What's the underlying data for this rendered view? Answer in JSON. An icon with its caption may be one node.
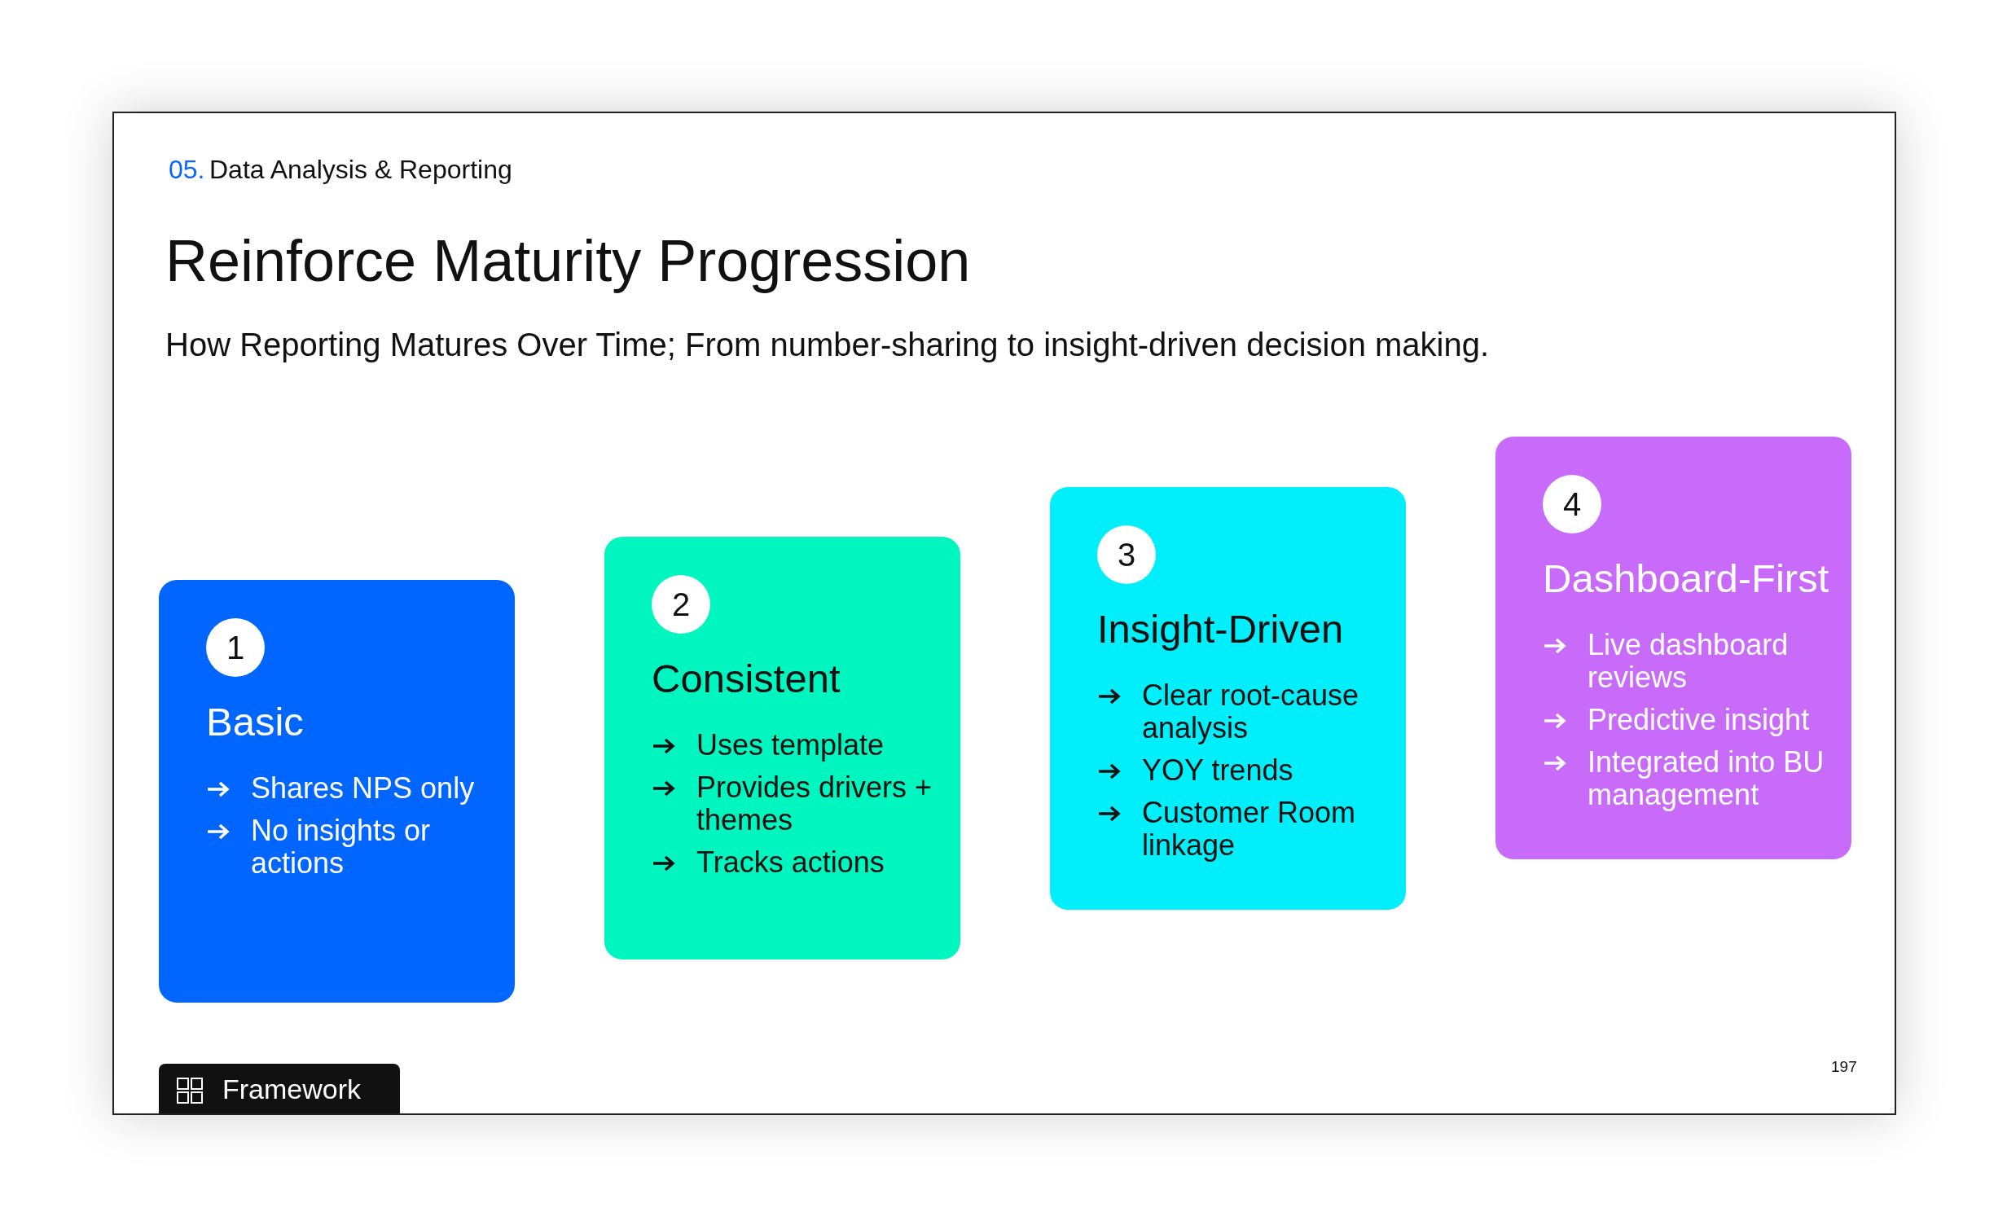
{
  "diagram": {
    "title": "Reinforce Maturity Progression",
    "nodes": [
      {
        "text": [
          "Basic",
          "Shares NPS only",
          "No insights or actions"
        ]
      },
      {
        "text": [
          "1"
        ],
        "in": 0
      },
      {
        "text": [
          "Consistent",
          "Uses template",
          "Provides drivers + themes",
          "Tracks actions"
        ]
      },
      {
        "text": [
          "2"
        ],
        "in": 2
      },
      {
        "text": [
          "Insight-Driven",
          "Clear root-cause analysis",
          "YOY trends",
          "Customer Room linkage"
        ]
      },
      {
        "text": [
          "3"
        ],
        "in": 4
      },
      {
        "text": [
          "Dashboard-First",
          "Live dashboard reviews",
          "Predictive insight",
          "Integrated into BU management"
        ]
      },
      {
        "text": [
          "4"
        ],
        "in": 6
      },
      {
        "text": [
          "Framework"
        ]
      }
    ],
    "labels": [
      "05.",
      "Data Analysis & Reporting",
      "How Reporting Matures Over Time; From number-sharing to insight-driven decision making.",
      "197"
    ]
  }
}
